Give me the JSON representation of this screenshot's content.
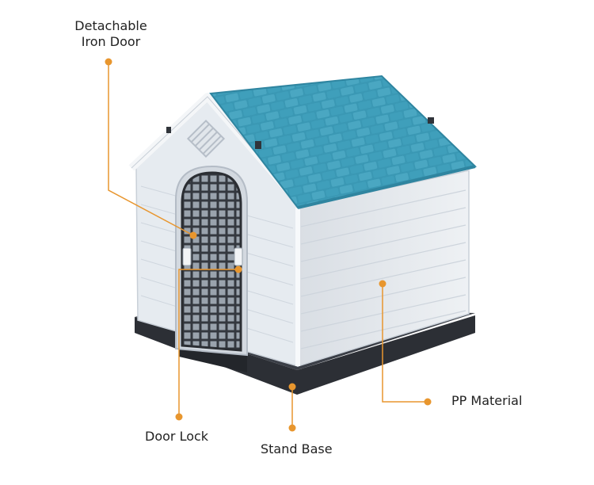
{
  "colors": {
    "accent": "#e8962e",
    "roof": "#3a98b4",
    "wall": "#e4e9ee",
    "base": "#2c2f35"
  },
  "callouts": {
    "door": {
      "line1": "Detachable",
      "line2": "Iron Door"
    },
    "pp_material": "PP Material",
    "door_lock": "Door Lock",
    "stand_base": "Stand Base"
  },
  "icons": {
    "vent": "vent-grille-icon"
  }
}
